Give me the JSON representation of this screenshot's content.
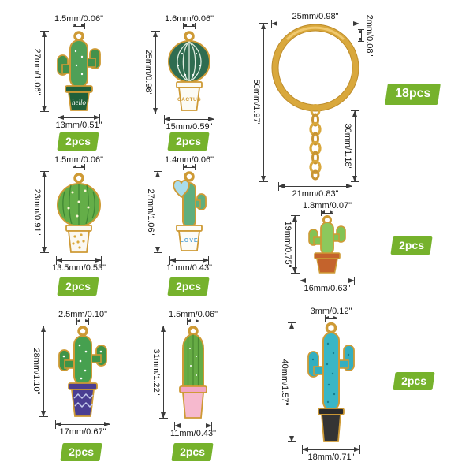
{
  "colors": {
    "badge_green": "#76B22C",
    "gold": "#CE9A35",
    "dimension_line": "#3B3B3B"
  },
  "items": [
    {
      "top": "1.5mm/0.06\"",
      "height": "27mm/1.06\"",
      "width": "13mm/0.51\"",
      "pcs": "2pcs",
      "pot_text": "hello"
    },
    {
      "top": "1.6mm/0.06\"",
      "height": "25mm/0.98\"",
      "width": "15mm/0.59\"",
      "pcs": "2pcs",
      "pot_text": "CACTUS"
    },
    {
      "top": "1.5mm/0.06\"",
      "height": "23mm/0.91\"",
      "width": "13.5mm/0.53\"",
      "pcs": "2pcs"
    },
    {
      "top": "1.4mm/0.06\"",
      "height": "27mm/1.06\"",
      "width": "11mm/0.43\"",
      "pcs": "2pcs",
      "pot_text": "LOVE"
    },
    {
      "top": "1.8mm/0.07\"",
      "height": "19mm/0.75\"",
      "width": "16mm/0.63\"",
      "pcs": "2pcs"
    },
    {
      "top": "2.5mm/0.10\"",
      "height": "28mm/1.10\"",
      "width": "17mm/0.67\"",
      "pcs": "2pcs"
    },
    {
      "top": "1.5mm/0.06\"",
      "height": "31mm/1.22\"",
      "width": "11mm/0.43\"",
      "pcs": "2pcs"
    },
    {
      "top": "3mm/0.12\"",
      "height": "40mm/1.57\"",
      "width": "18mm/0.71\"",
      "pcs": "2pcs"
    }
  ],
  "keyring": {
    "top_width": "25mm/0.98\"",
    "wire": "2mm/0.08\"",
    "height": "50mm/1.97\"",
    "chain": "30mm/1.18\"",
    "bottom_width": "21mm/0.83\"",
    "pcs": "18pcs"
  }
}
